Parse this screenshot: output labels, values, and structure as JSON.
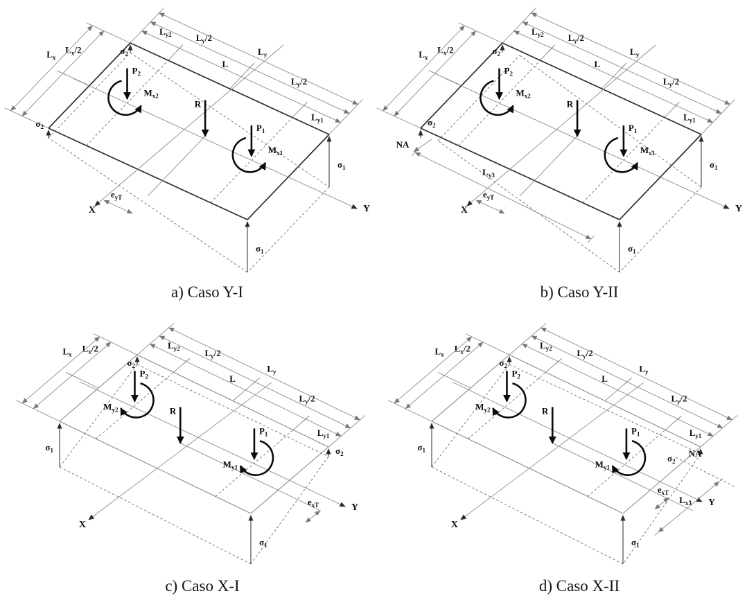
{
  "colors": {
    "background": "#ffffff",
    "ink": "#111111",
    "line_gray": "#808080"
  },
  "panels": [
    {
      "caption": "a) Caso Y-I",
      "labels": {
        "lx": {
          "b": "L",
          "s": "x"
        },
        "lx_half": {
          "b": "L",
          "s": "x",
          "x": "/2"
        },
        "ly2": {
          "b": "L",
          "s": "y2"
        },
        "ly_half_left": {
          "b": "L",
          "s": "y",
          "x": "/2"
        },
        "ly": {
          "b": "L",
          "s": "y"
        },
        "l_center": {
          "b": "L"
        },
        "ly_half_right": {
          "b": "L",
          "s": "y",
          "x": "/2"
        },
        "ly1": {
          "b": "L",
          "s": "y1"
        },
        "p2": {
          "b": "P",
          "s": "2"
        },
        "m2": {
          "b": "M",
          "s": "x2"
        },
        "r": {
          "b": "R"
        },
        "p1": {
          "b": "P",
          "s": "1"
        },
        "m1": {
          "b": "M",
          "s": "x1"
        },
        "sigma_left": {
          "b": "σ",
          "s": "2"
        },
        "sigma_top": {
          "b": "σ",
          "s": "2"
        },
        "sigma_right": {
          "b": "σ",
          "s": "1"
        },
        "sigma_bottom": {
          "b": "σ",
          "s": "1"
        },
        "e_t": {
          "b": "e",
          "s": "yT"
        },
        "x_axis": {
          "b": "X"
        },
        "y_axis": {
          "b": "Y"
        }
      }
    },
    {
      "caption": "b) Caso Y-II",
      "labels": {
        "lx": {
          "b": "L",
          "s": "x"
        },
        "lx_half": {
          "b": "L",
          "s": "x",
          "x": "/2"
        },
        "ly2": {
          "b": "L",
          "s": "y2"
        },
        "ly_half_left": {
          "b": "L",
          "s": "y",
          "x": "/2"
        },
        "ly": {
          "b": "L",
          "s": "y"
        },
        "l_center": {
          "b": "L"
        },
        "ly_half_right": {
          "b": "L",
          "s": "y",
          "x": "/2"
        },
        "ly1": {
          "b": "L",
          "s": "y1"
        },
        "p2": {
          "b": "P",
          "s": "2"
        },
        "m2": {
          "b": "M",
          "s": "x2"
        },
        "r": {
          "b": "R"
        },
        "p1": {
          "b": "P",
          "s": "1"
        },
        "m1": {
          "b": "M",
          "s": "x1"
        },
        "sigma_left": {
          "b": "σ",
          "s": "2"
        },
        "sigma_top": {
          "b": "σ",
          "s": "2"
        },
        "sigma_right": {
          "b": "σ",
          "s": "1"
        },
        "sigma_bottom": {
          "b": "σ",
          "s": "1"
        },
        "e_t": {
          "b": "e",
          "s": "yT"
        },
        "x_axis": {
          "b": "X"
        },
        "y_axis": {
          "b": "Y"
        },
        "na": {
          "b": "NA"
        },
        "l3": {
          "b": "L",
          "s": "y3"
        }
      }
    },
    {
      "caption": "c) Caso X-I",
      "labels": {
        "lx": {
          "b": "L",
          "s": "x"
        },
        "lx_half": {
          "b": "L",
          "s": "x",
          "x": "/2"
        },
        "ly2": {
          "b": "L",
          "s": "y2"
        },
        "ly_half_left": {
          "b": "L",
          "s": "y",
          "x": "/2"
        },
        "ly": {
          "b": "L",
          "s": "y"
        },
        "l_center": {
          "b": "L"
        },
        "ly_half_right": {
          "b": "L",
          "s": "y",
          "x": "/2"
        },
        "ly1": {
          "b": "L",
          "s": "y1"
        },
        "p2": {
          "b": "P",
          "s": "2"
        },
        "m2": {
          "b": "M",
          "s": "y2"
        },
        "r": {
          "b": "R"
        },
        "p1": {
          "b": "P",
          "s": "1"
        },
        "m1": {
          "b": "M",
          "s": "y1"
        },
        "sigma_left": {
          "b": "σ",
          "s": "1"
        },
        "sigma_top": {
          "b": "σ",
          "s": "2"
        },
        "sigma_right": {
          "b": "σ",
          "s": "2"
        },
        "sigma_bottom": {
          "b": "σ",
          "s": "1"
        },
        "e_t": {
          "b": "e",
          "s": "xT"
        },
        "x_axis": {
          "b": "X"
        },
        "y_axis": {
          "b": "Y"
        }
      }
    },
    {
      "caption": "d) Caso X-II",
      "labels": {
        "lx": {
          "b": "L",
          "s": "x"
        },
        "lx_half": {
          "b": "L",
          "s": "x",
          "x": "/2"
        },
        "ly2": {
          "b": "L",
          "s": "y2"
        },
        "ly_half_left": {
          "b": "L",
          "s": "y",
          "x": "/2"
        },
        "ly": {
          "b": "L",
          "s": "y"
        },
        "l_center": {
          "b": "L"
        },
        "ly_half_right": {
          "b": "L",
          "s": "y",
          "x": "/2"
        },
        "ly1": {
          "b": "L",
          "s": "y1"
        },
        "p2": {
          "b": "P",
          "s": "2"
        },
        "m2": {
          "b": "M",
          "s": "y2"
        },
        "r": {
          "b": "R"
        },
        "p1": {
          "b": "P",
          "s": "1"
        },
        "m1": {
          "b": "M",
          "s": "y1"
        },
        "sigma_left": {
          "b": "σ",
          "s": "1"
        },
        "sigma_top": {
          "b": "σ",
          "s": "2"
        },
        "sigma_right": {
          "b": "σ",
          "s": "2"
        },
        "sigma_bottom": {
          "b": "σ",
          "s": "1"
        },
        "e_t": {
          "b": "e",
          "s": "xT"
        },
        "x_axis": {
          "b": "X"
        },
        "y_axis": {
          "b": "Y"
        },
        "na": {
          "b": "NA"
        },
        "l3": {
          "b": "L",
          "s": "x3"
        }
      }
    }
  ]
}
